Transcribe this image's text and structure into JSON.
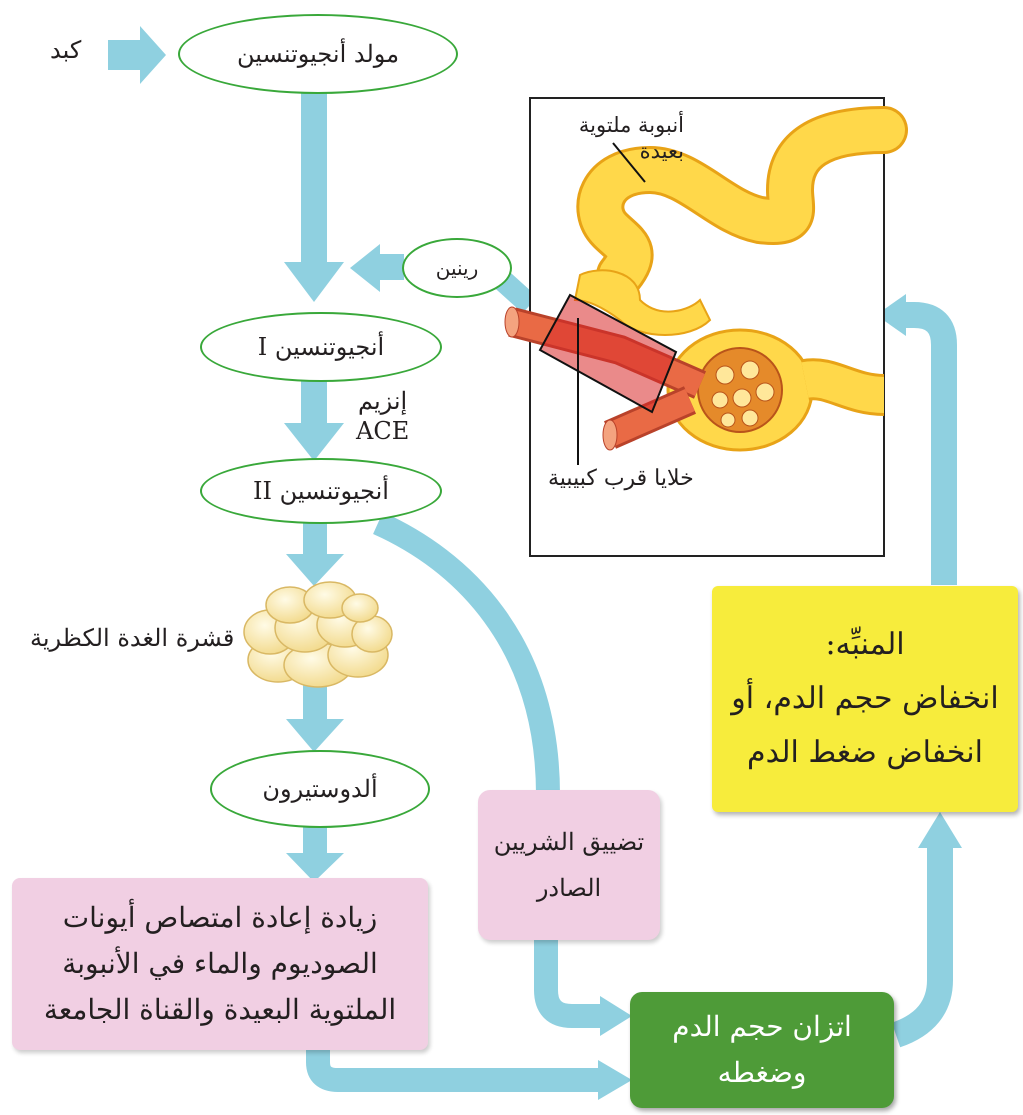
{
  "labels": {
    "liver": "كبد",
    "angiotensinogen": "مولد أنجيوتنسين",
    "renin": "رينين",
    "angiotensin_1": "أنجيوتنسين I",
    "ace_line1": "إنزيم",
    "ace_line2": "ACE",
    "angiotensin_2": "أنجيوتنسين II",
    "adrenal_cortex": "قشرة الغدة الكظرية",
    "aldosterone": "ألدوستيرون",
    "reabsorption": [
      "زيادة إعادة امتصاص أيونات",
      "الصوديوم والماء في الأنبوبة",
      "الملتوية البعيدة والقناة الجامعة"
    ],
    "efferent": [
      "تضييق الشريين",
      "الصادر"
    ],
    "homeostasis": [
      "اتزان حجم الدم",
      "وضغطه"
    ],
    "stimulus_title": "المنبِّه:",
    "stimulus_lines": [
      "انخفاض حجم الدم، أو",
      "انخفاض ضغط الدم"
    ],
    "distal_tubule": [
      "أنبوبة ملتوية",
      "بعيدة"
    ],
    "jg_cells": "خلايا قرب كبيبية"
  },
  "colors": {
    "arrow": "#8fd0e0",
    "oval_border": "#39a83a",
    "pink_box": "#f1cfe3",
    "green_box": "#4e9b38",
    "yellow_box": "#f7ec3c",
    "tubule": "#ffd84a",
    "vessel": "#e96a45"
  }
}
